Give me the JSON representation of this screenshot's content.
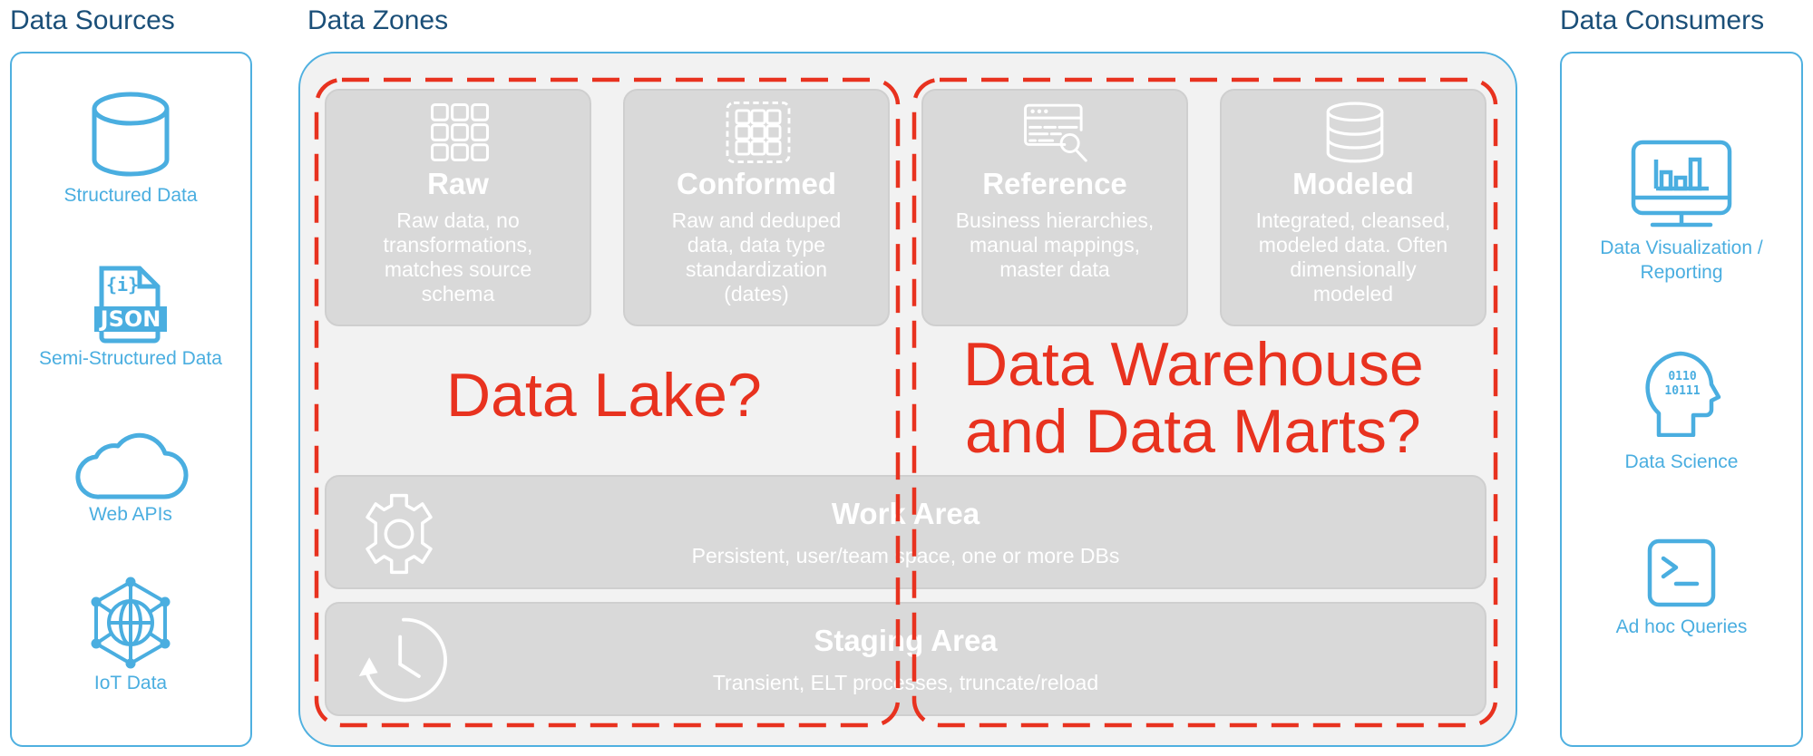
{
  "sections": {
    "sources_title": "Data Sources",
    "zones_title": "Data Zones",
    "consumers_title": "Data Consumers"
  },
  "sources": [
    {
      "label": "Structured Data",
      "icon": "database-cylinder-icon"
    },
    {
      "label": "Semi-Structured Data",
      "icon": "json-file-icon",
      "icon_text": "JSON",
      "icon_glyph": "{i}"
    },
    {
      "label": "Web APIs",
      "icon": "cloud-icon"
    },
    {
      "label": "IoT Data",
      "icon": "iot-network-globe-icon"
    }
  ],
  "zones": {
    "cards": [
      {
        "title": "Raw",
        "desc": [
          "Raw data, no",
          "transformations,",
          "matches source",
          "schema"
        ],
        "icon": "grid-icon"
      },
      {
        "title": "Conformed",
        "desc": [
          "Raw and deduped",
          "data, data type",
          "standardization",
          "(dates)"
        ],
        "icon": "dashed-grid-icon"
      },
      {
        "title": "Reference",
        "desc": [
          "Business hierarchies,",
          "manual mappings,",
          "master data"
        ],
        "icon": "document-search-icon"
      },
      {
        "title": "Modeled",
        "desc": [
          "Integrated, cleansed,",
          "modeled data. Often",
          "dimensionally",
          "modeled"
        ],
        "icon": "database-stack-icon"
      }
    ],
    "work_area": {
      "title": "Work Area",
      "desc": "Persistent, user/team space, one or more DBs",
      "icon": "gear-icon"
    },
    "staging_area": {
      "title": "Staging Area",
      "desc": "Transient, ELT processes, truncate/reload",
      "icon": "history-clock-icon"
    }
  },
  "annotations": {
    "data_lake": "Data Lake?",
    "warehouse_line1": "Data Warehouse",
    "warehouse_line2": "and Data Marts?",
    "color": "#e8321f"
  },
  "consumers": [
    {
      "label_line1": "Data Visualization /",
      "label_line2": "Reporting",
      "icon": "monitor-chart-icon"
    },
    {
      "label": "Data Science",
      "icon": "head-binary-icon",
      "glyph_line1": "0110",
      "glyph_line2": "10111"
    },
    {
      "label": "Ad hoc Queries",
      "icon": "terminal-icon"
    }
  ],
  "colors": {
    "accent_blue": "#4aaee0",
    "title_navy": "#1b4f78",
    "card_gray": "#d9d9d9",
    "zones_bg": "#f2f2f2",
    "annotation_red": "#e8321f"
  }
}
